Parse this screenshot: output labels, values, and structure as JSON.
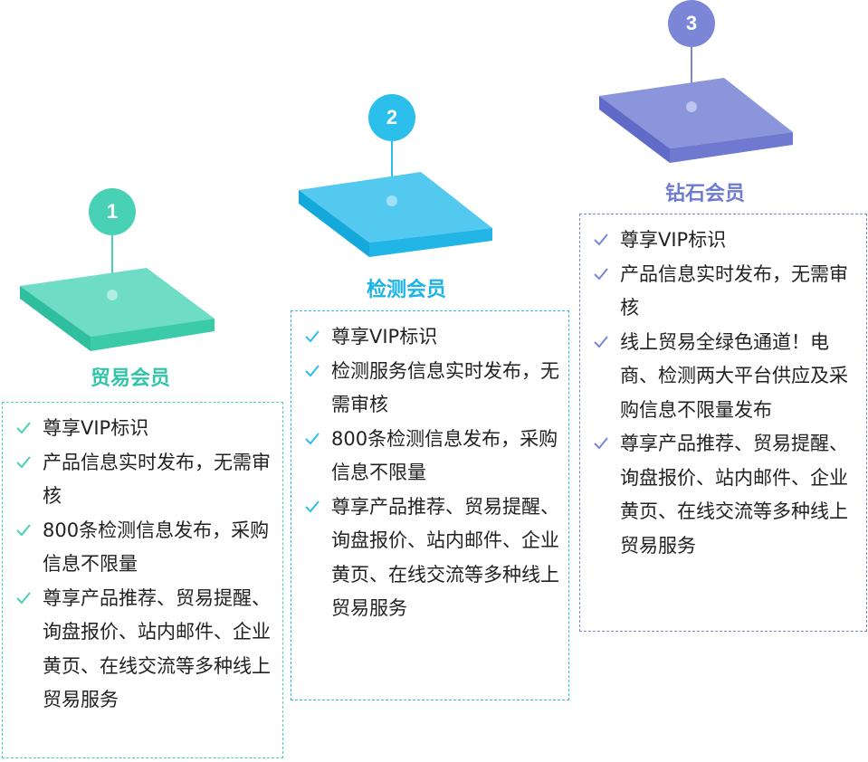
{
  "colors": {
    "trade": "#48d1b5",
    "trade_dark": "#2fbf9f",
    "trade_title": "#34c5a8",
    "inspection": "#2cbfec",
    "inspection_dark": "#14a9da",
    "inspection_title": "#1cb3e6",
    "diamond": "#7b86d6",
    "diamond_dark": "#5f6bc6",
    "diamond_title": "#6e7bd0"
  },
  "tiers": [
    {
      "number": "1",
      "title": "贸易会员",
      "features": [
        "尊享VIP标识",
        "产品信息实时发布，无需审核",
        "800条检测信息发布，采购信息不限量",
        "尊享产品推荐、贸易提醒、询盘报价、站内邮件、企业黄页、在线交流等多种线上贸易服务"
      ]
    },
    {
      "number": "2",
      "title": "检测会员",
      "features": [
        "尊享VIP标识",
        "检测服务信息实时发布，无需审核",
        "800条检测信息发布，采购信息不限量",
        "尊享产品推荐、贸易提醒、询盘报价、站内邮件、企业黄页、在线交流等多种线上贸易服务"
      ]
    },
    {
      "number": "3",
      "title": "钻石会员",
      "features": [
        "尊享VIP标识",
        "产品信息实时发布，无需审核",
        "线上贸易全绿色通道！电商、检测两大平台供应及采购信息不限量发布",
        "尊享产品推荐、贸易提醒、询盘报价、站内邮件、企业黄页、在线交流等多种线上贸易服务"
      ]
    }
  ]
}
